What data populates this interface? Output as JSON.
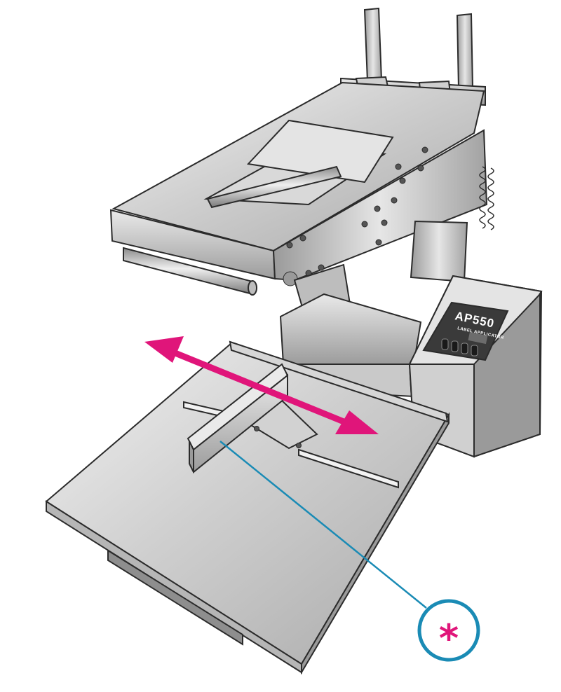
{
  "device": {
    "model_label": "AP550",
    "subtitle_label": "LABEL APPLICATOR",
    "panel_buttons": 4
  },
  "callout": {
    "symbol": "*",
    "line_color": "#1a8bb5",
    "symbol_color": "#e0157a"
  },
  "arrow": {
    "color": "#e0157a",
    "direction": "bidirectional"
  },
  "colors": {
    "outline": "#2b2b2b",
    "metal_light": "#e8e8e8",
    "metal_mid": "#bdbdbd",
    "metal_dark": "#8e8e8e",
    "panel_dark": "#3a3a3a"
  }
}
